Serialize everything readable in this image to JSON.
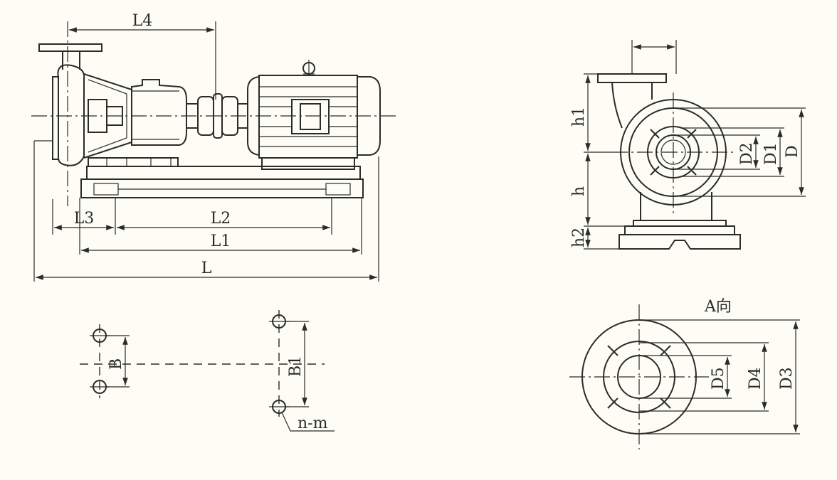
{
  "labels": {
    "L4": "L4",
    "L3": "L3",
    "L2": "L2",
    "L1": "L1",
    "L": "L",
    "h1": "h1",
    "h": "h",
    "h2": "h2",
    "D2": "D2",
    "D1": "D1",
    "D": "D",
    "B": "B",
    "B1": "B1",
    "n_m": "n-m",
    "A_view": "A向",
    "D5": "D5",
    "D4": "D4",
    "D3": "D3"
  },
  "colors": {
    "line": "#2b2b27",
    "paper": "#fdfdf6"
  }
}
